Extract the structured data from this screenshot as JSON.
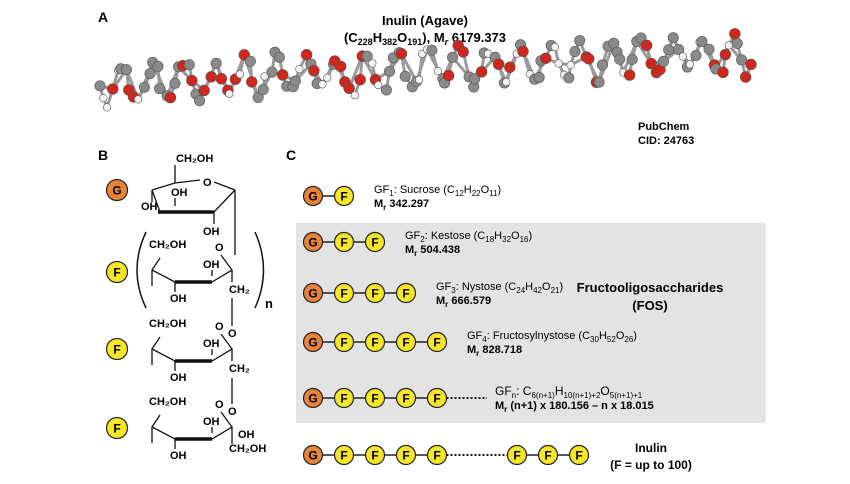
{
  "panel_a": {
    "letter": "A",
    "title": "Inulin (Agave)",
    "formula": {
      "prefix": "(C",
      "c": "228",
      "h_pre": "H",
      "h": "382",
      "o_pre": "O",
      "o": "191",
      "suffix": "), M",
      "mr_sub": "r",
      "mass": " 6179.373"
    },
    "source_line1": "PubChem",
    "source_line2": "CID: 24763",
    "colors": {
      "carbon": "#8a8a8a",
      "oxygen": "#d0271c",
      "hydrogen": "#f2f2f2"
    }
  },
  "panel_b": {
    "letter": "B",
    "units": [
      "G",
      "F",
      "F",
      "F"
    ],
    "repeat_label": "n",
    "labels": {
      "ch2oh": "CH₂OH",
      "oh": "OH",
      "o": "O",
      "ch2": "CH₂"
    }
  },
  "panel_c": {
    "letter": "C",
    "fos_label_line1": "Fructooligosaccharides",
    "fos_label_line2": "(FOS)",
    "g_label": "G",
    "f_label": "F",
    "colors": {
      "glucose": "#e8833a",
      "fructose": "#f5e62a",
      "fos_box": "#e3e3e3"
    },
    "rows": [
      {
        "id": "gf1",
        "name_pre": "GF",
        "name_sub": "1",
        "name": ": Sucrose (C",
        "c": "12",
        "h": "22",
        "o": "11",
        "mass": " 342.297",
        "f_count": 1
      },
      {
        "id": "gf2",
        "name_pre": "GF",
        "name_sub": "2",
        "name": ": Kestose (C",
        "c": "18",
        "h": "32",
        "o": "16",
        "mass": " 504.438",
        "f_count": 2
      },
      {
        "id": "gf3",
        "name_pre": "GF",
        "name_sub": "3",
        "name": ": Nystose (C",
        "c": "24",
        "h": "42",
        "o": "21",
        "mass": " 666.579",
        "f_count": 3
      },
      {
        "id": "gf4",
        "name_pre": "GF",
        "name_sub": "4",
        "name": ": Fructosylnystose (C",
        "c": "30",
        "h": "52",
        "o": "26",
        "mass": " 828.718",
        "f_count": 4
      }
    ],
    "gfn": {
      "name_pre": "GF",
      "name_sub": "n",
      "name": ": C",
      "c": "6(n+1)",
      "h_pre": "H",
      "h": "10(n+1)+2",
      "o_pre": "O",
      "o": "5(n+1)+1",
      "mass_pre": "M",
      "mass_sub": "r",
      "mass": " (n+1) x 180.156 – n x 18.015",
      "f_count": 4
    },
    "inulin": {
      "title": "Inulin",
      "note": "(F = up to 100)",
      "f_count_left": 4,
      "f_count_right": 3
    },
    "mr_pre": "M",
    "mr_sub": "r"
  }
}
